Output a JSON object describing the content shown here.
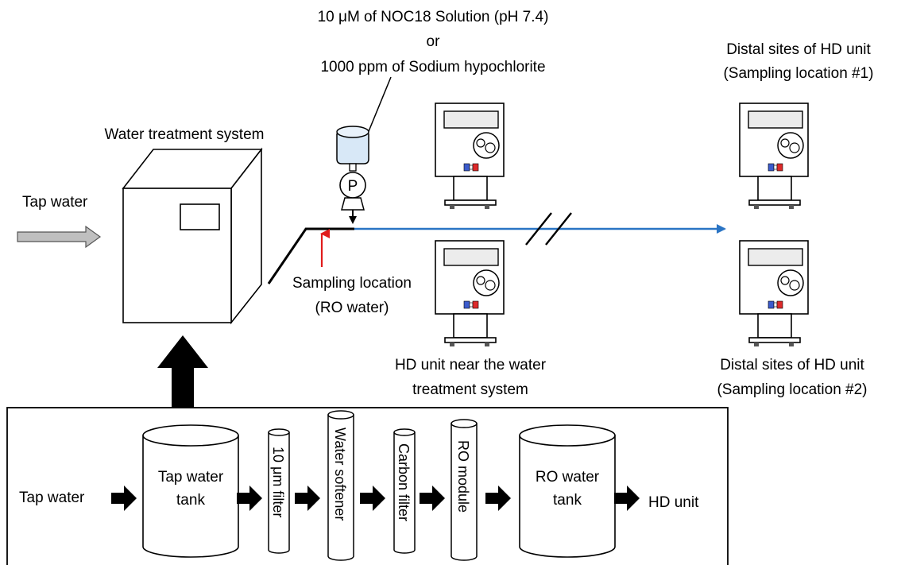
{
  "header_labels": {
    "solution_line1": "10 μM of NOC18 Solution (pH 7.4)",
    "solution_line2": "or",
    "solution_line3": "1000 ppm of Sodium hypochlorite",
    "distal1_line1": "Distal sites of HD unit",
    "distal1_line2": "(Sampling location #1)",
    "distal2_line1": "Distal sites of HD unit",
    "distal2_line2": "(Sampling location #2)",
    "water_treatment_system": "Water treatment system",
    "tap_water": "Tap water",
    "pump_symbol": "P",
    "sampling_line1": "Sampling location",
    "sampling_line2": "(RO water)",
    "near_unit_line1": "HD unit near the water",
    "near_unit_line2": "treatment system"
  },
  "process": {
    "input": "Tap water",
    "tap_tank_line1": "Tap water",
    "tap_tank_line2": "tank",
    "filter_10um": "10 μm filter",
    "water_softener": "Water softener",
    "carbon_filter": "Carbon filter",
    "ro_module": "RO module",
    "ro_tank_line1": "RO water",
    "ro_tank_line2": "tank",
    "output": "HD unit"
  },
  "colors": {
    "supply_line": "#2a74c4",
    "sampling_arrow": "#e11b1b",
    "port_blue": "#3b5bcc",
    "port_red": "#dd2a2a",
    "inlet_arrow_fill": "#bfbfbf",
    "screen_fill": "#ececec"
  }
}
